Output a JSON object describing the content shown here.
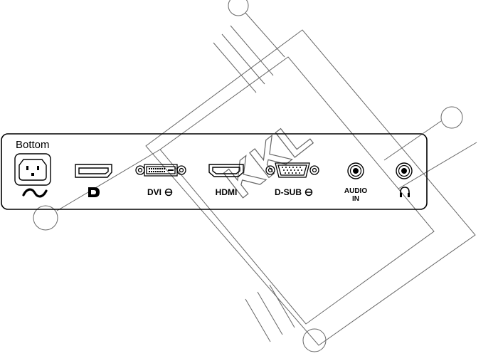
{
  "panel": {
    "title": "Bottom"
  },
  "ports": [
    {
      "id": "power",
      "icon": "ac-power-icon",
      "label": ""
    },
    {
      "id": "displayport",
      "icon": "displayport-logo-icon",
      "label": ""
    },
    {
      "id": "dvi",
      "icon": "dvi-port-icon",
      "label": "DVI"
    },
    {
      "id": "hdmi",
      "icon": "hdmi-port-icon",
      "label": "HDMI"
    },
    {
      "id": "dsub",
      "icon": "vga-port-icon",
      "label": "D-SUB"
    },
    {
      "id": "audio",
      "icon": "audio-jack-icon",
      "label_line1": "AUDIO",
      "label_line2": "IN"
    },
    {
      "id": "headphone",
      "icon": "headphone-icon",
      "label": ""
    }
  ],
  "watermark": {
    "text": "KKL"
  },
  "colors": {
    "stroke": "#000000",
    "watermark": "#666666",
    "background": "#ffffff"
  }
}
